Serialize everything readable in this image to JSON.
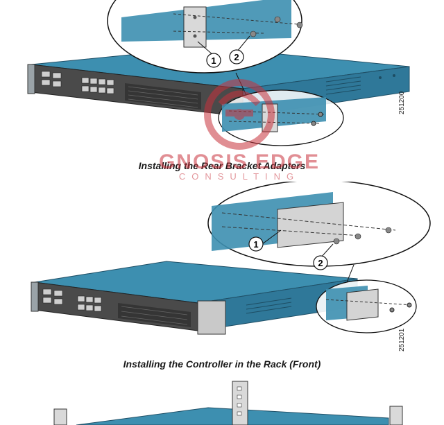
{
  "figure1": {
    "caption": "Installing the Rear Bracket Adapters",
    "figure_id": "251200",
    "callouts": [
      "1",
      "2"
    ]
  },
  "figure2": {
    "caption": "Installing the Controller in the Rack (Front)",
    "figure_id": "251201",
    "callouts": [
      "1",
      "2"
    ]
  },
  "watermark": {
    "line1": "GNOSIS EDGE",
    "line2": "CONSULTING",
    "color": "#c8323c"
  },
  "colors": {
    "chassis_top": "#3d8fb0",
    "chassis_side": "#2f7899",
    "front_panel": "#4a4a4a"
  }
}
